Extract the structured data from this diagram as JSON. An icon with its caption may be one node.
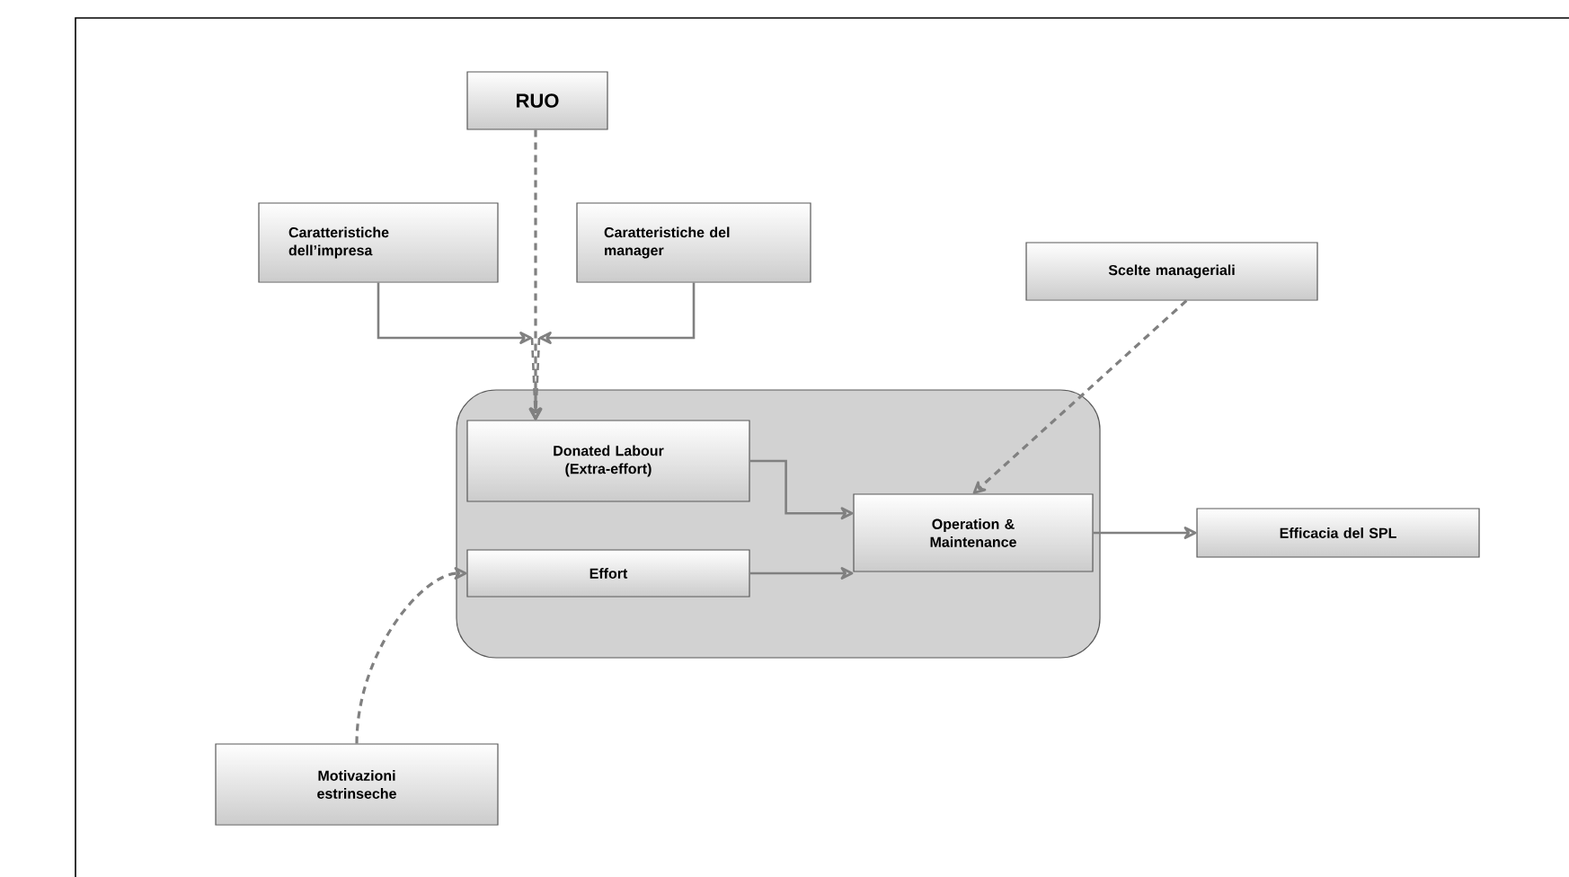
{
  "diagram": {
    "nodes": [
      {
        "text": [
          "RUO"
        ]
      },
      {
        "text": [
          "Caratteristiche dell’impresa"
        ]
      },
      {
        "text": [
          "Caratteristiche del manager"
        ]
      },
      {
        "text": [],
        "shape": "box"
      },
      {
        "text": [
          "Donated Labour (Extra-effort)"
        ],
        "in": 3
      },
      {
        "text": [
          "Effort"
        ],
        "in": 3
      },
      {
        "text": [
          "Operation & Maintenance"
        ],
        "in": 3
      },
      {
        "text": [
          "Scelte manageriali"
        ]
      },
      {
        "text": [
          "Efficacia del SPL"
        ]
      },
      {
        "text": [
          "Motivazioni estrinseche"
        ]
      }
    ],
    "edges": [
      {
        "from": 0,
        "to": 4,
        "arrow": "to",
        "style": "dashed"
      },
      {
        "from": 1,
        "to": 4,
        "arrow": "to"
      },
      {
        "from": 2,
        "to": 4,
        "arrow": "to"
      },
      {
        "from": 4,
        "to": 6,
        "arrow": "to"
      },
      {
        "from": 5,
        "to": 6,
        "arrow": "to"
      },
      {
        "from": 7,
        "to": 6,
        "arrow": "to",
        "style": "dashed"
      },
      {
        "from": 6,
        "to": 8,
        "arrow": "to"
      },
      {
        "from": 9,
        "to": 5,
        "arrow": "to",
        "style": "dashed"
      }
    ]
  }
}
